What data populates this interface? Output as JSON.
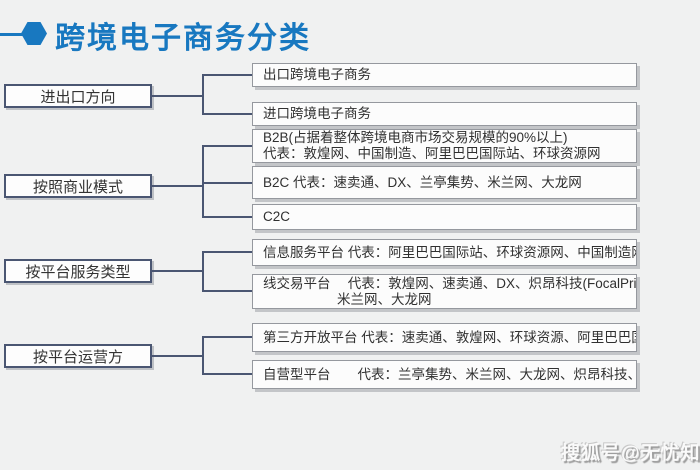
{
  "title": {
    "text": "跨境电子商务分类"
  },
  "watermark": {
    "text": "搜狐号@无忧知识"
  },
  "colors": {
    "accent_blue": "#1878c0",
    "connector": "#4a5672",
    "background": "#f0f1f1"
  },
  "diagram": {
    "groups": [
      {
        "label": "进出口方向",
        "children": [
          {
            "line1": "出口跨境电子商务"
          },
          {
            "line1": "进口跨境电子商务"
          }
        ]
      },
      {
        "label": "按照商业模式",
        "children": [
          {
            "line1": "B2B(占据着整体跨境电商市场交易规模的90%以上)",
            "line2": "代表：敦煌网、中国制造、阿里巴巴国际站、环球资源网"
          },
          {
            "line1": "B2C  代表：速卖通、DX、兰亭集势、米兰网、大龙网"
          },
          {
            "line1": "C2C"
          }
        ]
      },
      {
        "label": "按平台服务类型",
        "children": [
          {
            "line1": "信息服务平台 代表：阿里巴巴国际站、环球资源网、中国制造网"
          },
          {
            "line1": "线交易平台　 代表：敦煌网、速卖通、DX、炽昂科技(FocalPrice)、",
            "line2": "米兰网、大龙网"
          }
        ]
      },
      {
        "label": "按平台运营方",
        "children": [
          {
            "line1": "第三方开放平台 代表：速卖通、敦煌网、环球资源、阿里巴巴国际站"
          },
          {
            "line1": "自营型平台　　代表：兰亭集势、米兰网、大龙网、炽昂科技、"
          }
        ]
      }
    ]
  }
}
